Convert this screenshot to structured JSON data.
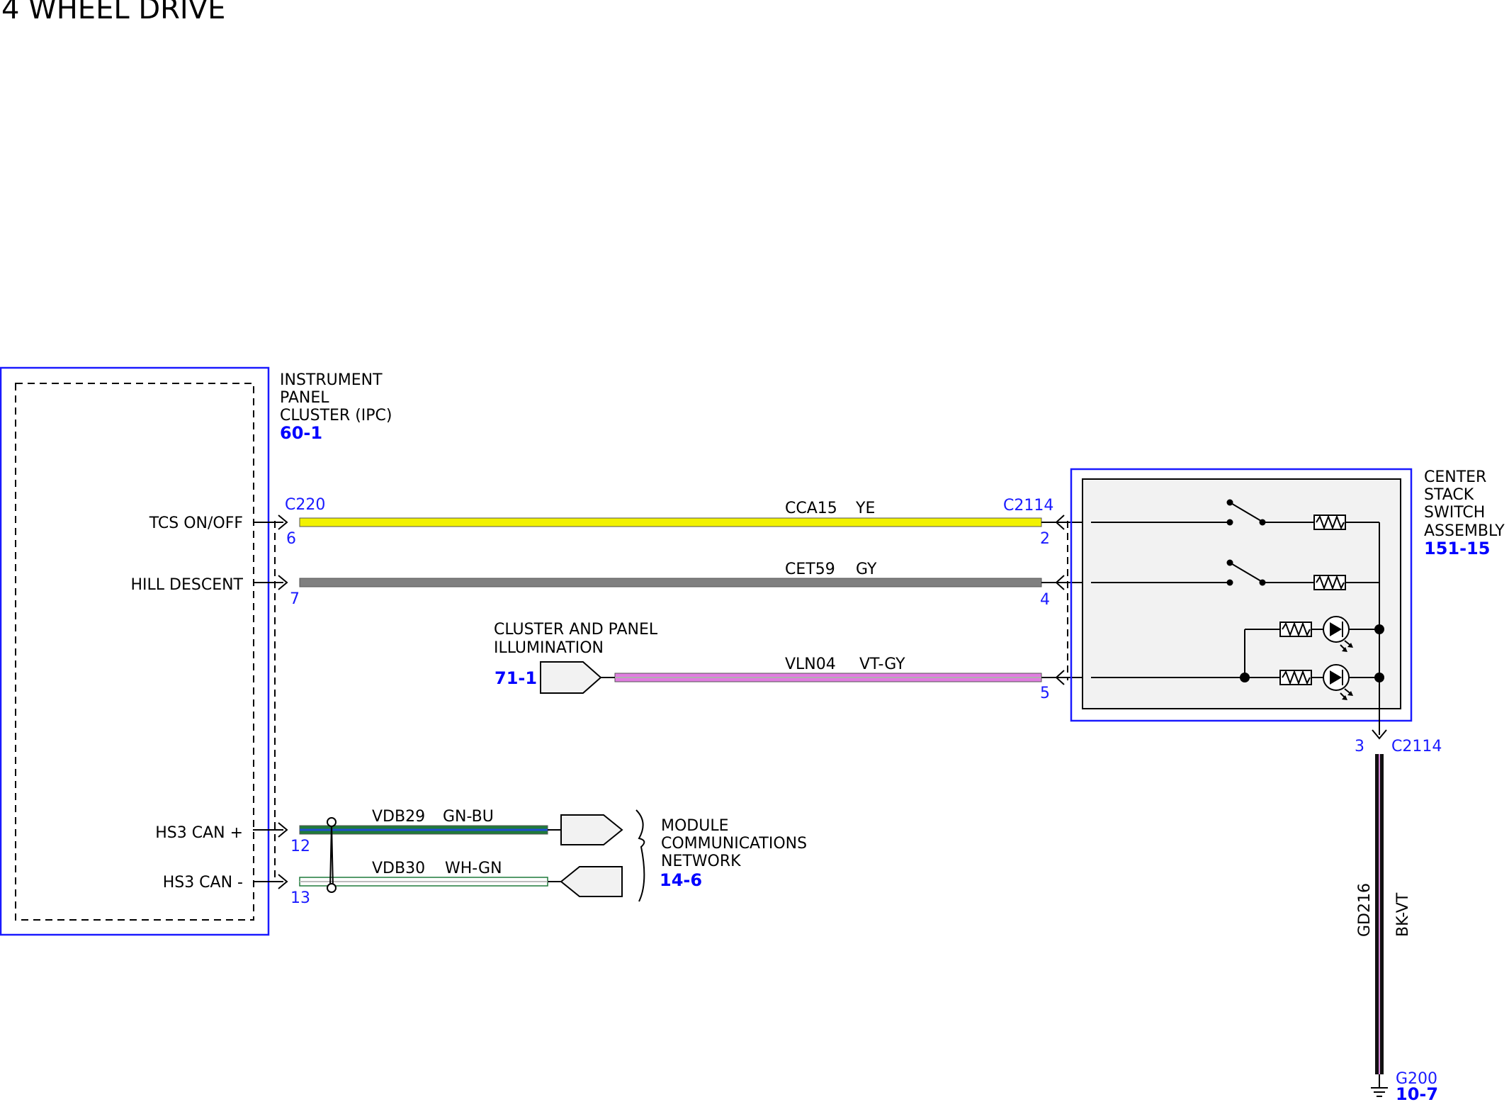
{
  "title": "4 WHEEL DRIVE",
  "ipc": {
    "name_lines": [
      "INSTRUMENT",
      "PANEL",
      "CLUSTER (IPC)"
    ],
    "ref": "60-1",
    "connector": "C220",
    "pins": [
      {
        "label": "TCS ON/OFF",
        "pin": "6"
      },
      {
        "label": "HILL DESCENT",
        "pin": "7"
      },
      {
        "label": "HS3 CAN +",
        "pin": "12"
      },
      {
        "label": "HS3 CAN -",
        "pin": "13"
      }
    ]
  },
  "switch_assembly": {
    "name_lines": [
      "CENTER",
      "STACK",
      "SWITCH",
      "ASSEMBLY"
    ],
    "ref": "151-15",
    "connector": "C2114",
    "pins": [
      "2",
      "4",
      "5",
      "3"
    ]
  },
  "wires": [
    {
      "circuit": "CCA15",
      "color": "YE",
      "hex": "#f2f200"
    },
    {
      "circuit": "CET59",
      "color": "GY",
      "hex": "#808080"
    },
    {
      "circuit": "VLN04",
      "color": "VT-GY",
      "hex": "#e07de0"
    },
    {
      "circuit": "VDB29",
      "color": "GN-BU",
      "hex": "#1f7a3a"
    },
    {
      "circuit": "VDB30",
      "color": "WH-GN",
      "hex": "#ffffff"
    },
    {
      "circuit": "GD216",
      "color": "BK-VT",
      "hex": "#000000"
    }
  ],
  "illumination": {
    "name_lines": [
      "CLUSTER AND PANEL",
      "ILLUMINATION"
    ],
    "ref": "71-1"
  },
  "network": {
    "name_lines": [
      "MODULE",
      "COMMUNICATIONS",
      "NETWORK"
    ],
    "ref": "14-6"
  },
  "ground": {
    "name": "G200",
    "ref": "10-7"
  }
}
